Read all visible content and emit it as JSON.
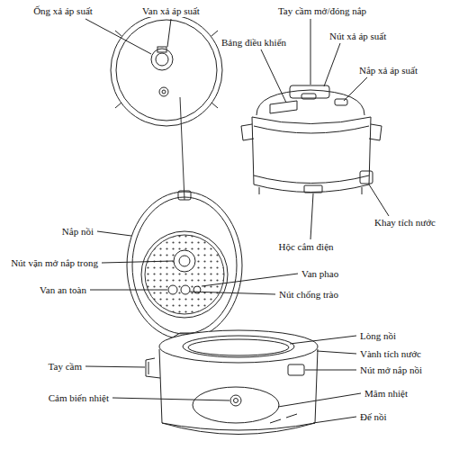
{
  "diagram": {
    "labels": [
      "Ống xả áp suất",
      "Van xả áp suất",
      "Tay cầm mở/đóng nắp",
      "Nút xả áp suất",
      "Bảng điều khiển",
      "Nắp xả áp suất",
      "Khay tích nước",
      "Hộc cắm điện",
      "Nắp nồi",
      "Nút vặn mở nắp trong",
      "Van phao",
      "Van an toàn",
      "Nút chống trào",
      "Lòng nồi",
      "Vành tích nước",
      "Tay cầm",
      "Nút mở nắp nồi",
      "Cảm biến nhiệt",
      "Mâm nhiệt",
      "Đế nồi"
    ]
  }
}
